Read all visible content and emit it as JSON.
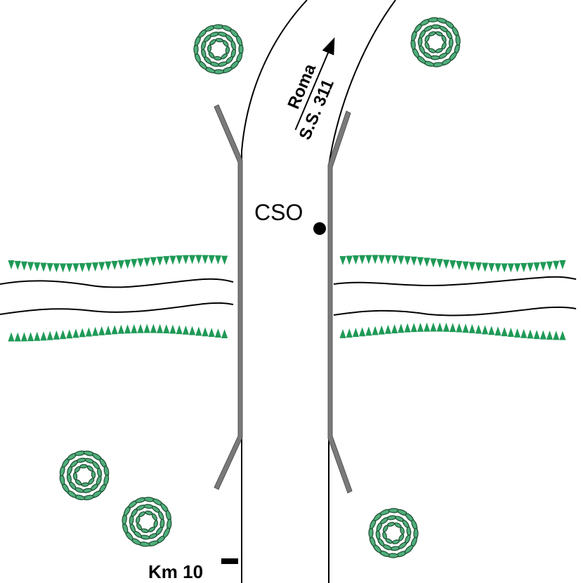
{
  "map": {
    "road": {
      "direction_line1": "Roma",
      "direction_line2": "S.S. 311"
    },
    "station": {
      "label": "CSO"
    },
    "milestone": {
      "label": "Km 10"
    },
    "colors": {
      "vegetation": "#1f9a57",
      "tree_fill": "#4fae7a",
      "tree_stroke": "#1e4f33",
      "bridge_rail": "#7a7a7a",
      "line": "#000000",
      "background": "#ffffff"
    },
    "icons": [
      "tree-icon",
      "grass-bank",
      "station-dot-icon",
      "arrow-icon",
      "milestone-marker-icon"
    ]
  }
}
